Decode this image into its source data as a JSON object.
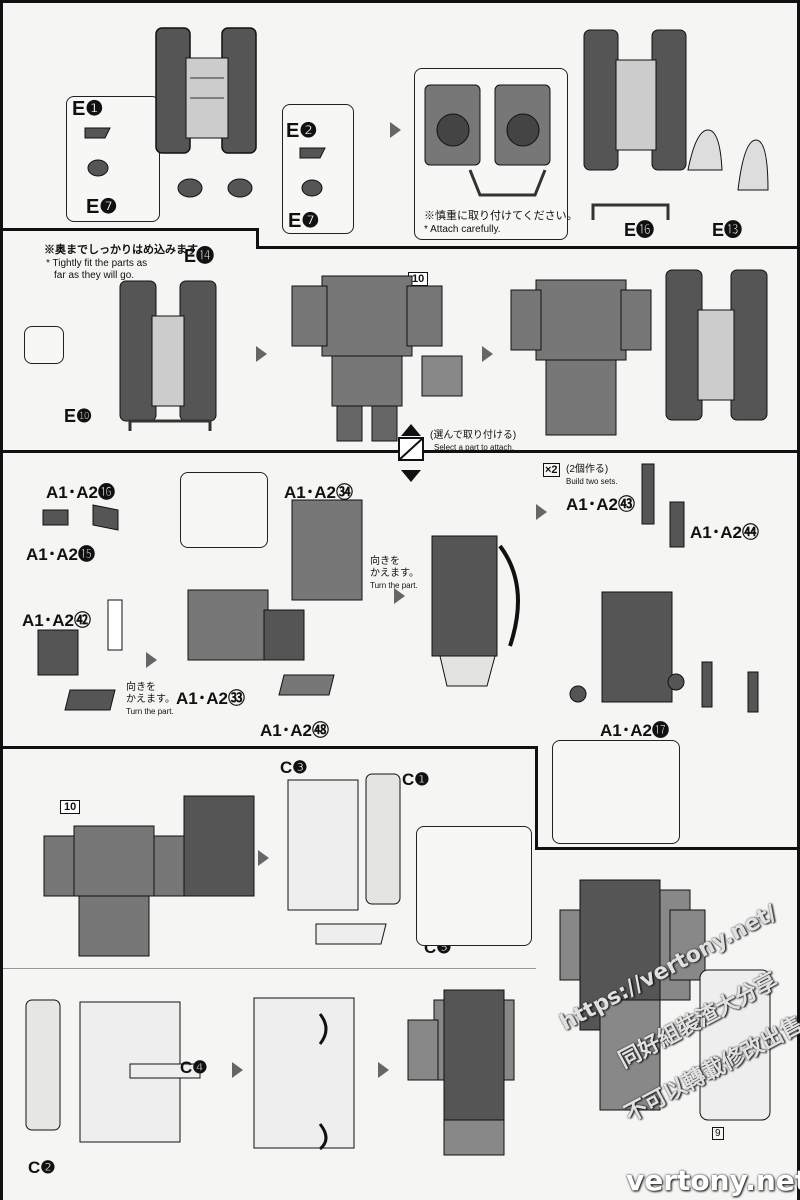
{
  "parts": {
    "e1": "E❶",
    "e7a": "E❼",
    "e2": "E❷",
    "e7b": "E❼",
    "e16": "E⓰",
    "e13": "E⓭",
    "e14": "E⓮",
    "e10": "E❿",
    "a16": "A1･A2⓰",
    "a15": "A1･A2⓯",
    "a42": "A1･A2㊷",
    "a34": "A1･A2㉞",
    "a33": "A1･A2㉝",
    "a48": "A1･A2㊽",
    "a43": "A1･A2㊸",
    "a44": "A1･A2㊹",
    "a17": "A1･A2⓱",
    "c3": "C❸",
    "c1": "C❶",
    "c5": "C❺",
    "c4": "C❹",
    "c2": "C❷"
  },
  "notes": {
    "attach_jp": "※慎重に取り付けてください。",
    "attach_en": "* Attach carefully.",
    "fit_jp": "※奥までしっかりはめ込みます。",
    "fit_en_1": "* Tightly fit the parts as",
    "fit_en_2": "far as they will go.",
    "select_jp": "(選んで取り付ける)",
    "select_en": "Select a part to attach.",
    "x2": "×2",
    "build_jp": "(2個作る)",
    "build_en": "Build two sets.",
    "turn_jp": "向きを",
    "turn_jp2": "かえます。",
    "turn_en": "Turn the part.",
    "turn2_jp": "向きを",
    "turn2_jp2": "かえます。",
    "turn2_en": "Turn the part."
  },
  "ref_numbers": {
    "ref_a": "10",
    "ref_b": "10"
  },
  "page_number": "9",
  "watermarks": {
    "url": "https://vertony.net/",
    "cn1": "同好組裝渣大分享",
    "cn2": "不可以轉載修改出售",
    "site": "vertony.net"
  },
  "colors": {
    "ink": "#111111",
    "part_dark": "#555555",
    "part_light": "#d8d8d4",
    "arrow": "#666666"
  }
}
